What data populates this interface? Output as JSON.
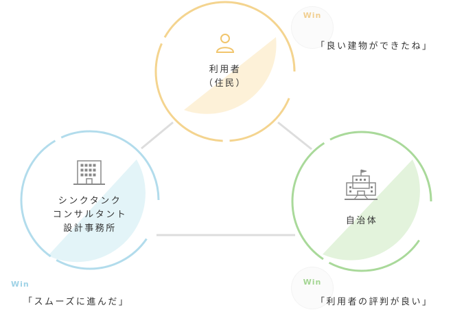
{
  "colors": {
    "user": "#f4d48f",
    "user_fill": "#fdf1d8",
    "think": "#b2dcec",
    "think_fill": "#e3f4f8",
    "gov": "#a9d99a",
    "gov_fill": "#e3f3dc",
    "connector": "#dddddd",
    "win_user": "#f1cf91",
    "win_think": "#9ed2e6",
    "win_gov": "#a3d592"
  },
  "nodes": {
    "user": {
      "label": "利用者\n（住民）",
      "icon": "person-icon"
    },
    "think": {
      "label": "シンクタンク\nコンサルタント\n設計事務所",
      "icon": "office-building-icon"
    },
    "gov": {
      "label": "自治体",
      "icon": "city-hall-icon"
    }
  },
  "wins": {
    "user": {
      "badge": "Win",
      "quote": "「良い建物ができたね」"
    },
    "think": {
      "badge": "Win",
      "quote": "「スムーズに進んだ」"
    },
    "gov": {
      "badge": "Win",
      "quote": "「利用者の評判が良い」"
    }
  }
}
